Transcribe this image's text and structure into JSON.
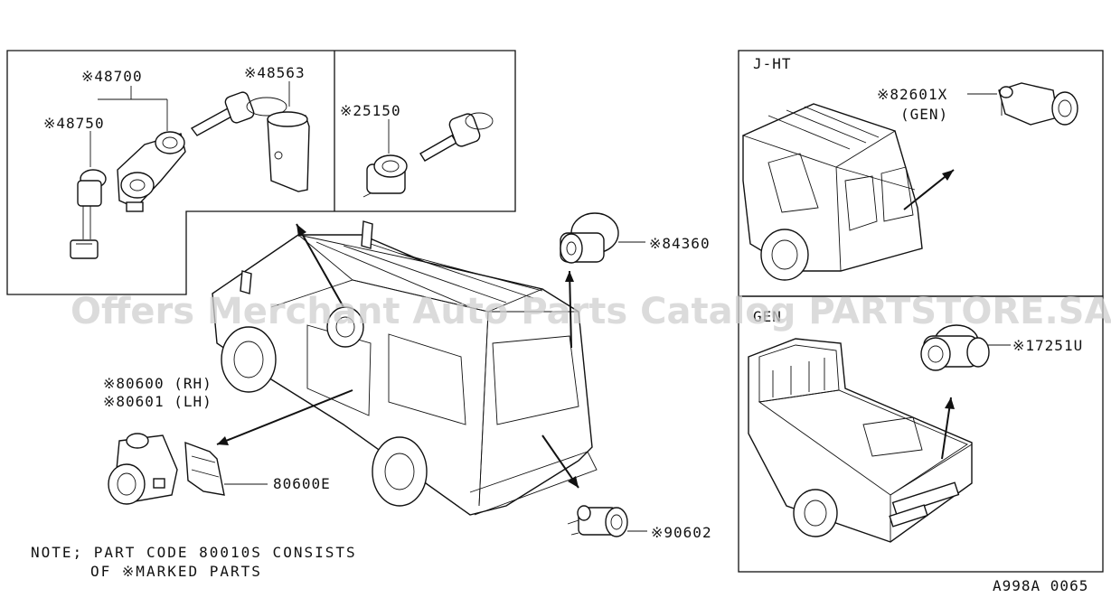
{
  "labels": {
    "p48700": "※48700",
    "p48563": "※48563",
    "p48750": "※48750",
    "p25150": "※25150",
    "p84360": "※84360",
    "p80600rh": "※80600 (RH)",
    "p80601lh": "※80601 (LH)",
    "p80600e": "80600E",
    "p90602": "※90602",
    "p82601x": "※82601X",
    "p82601x_sub": "(GEN)",
    "p17251u": "※17251U"
  },
  "sections": {
    "jht": "J-HT",
    "gen": "GEN"
  },
  "note": {
    "line1": "NOTE; PART CODE 80010S CONSISTS",
    "line2": "OF ※MARKED PARTS"
  },
  "code": "A998A 0065",
  "watermark": "Offers Merchant Auto Parts Catalog PARTSTORE.SA",
  "colors": {
    "line": "#111111",
    "watermark": "#cfcfcf",
    "background": "#ffffff"
  }
}
